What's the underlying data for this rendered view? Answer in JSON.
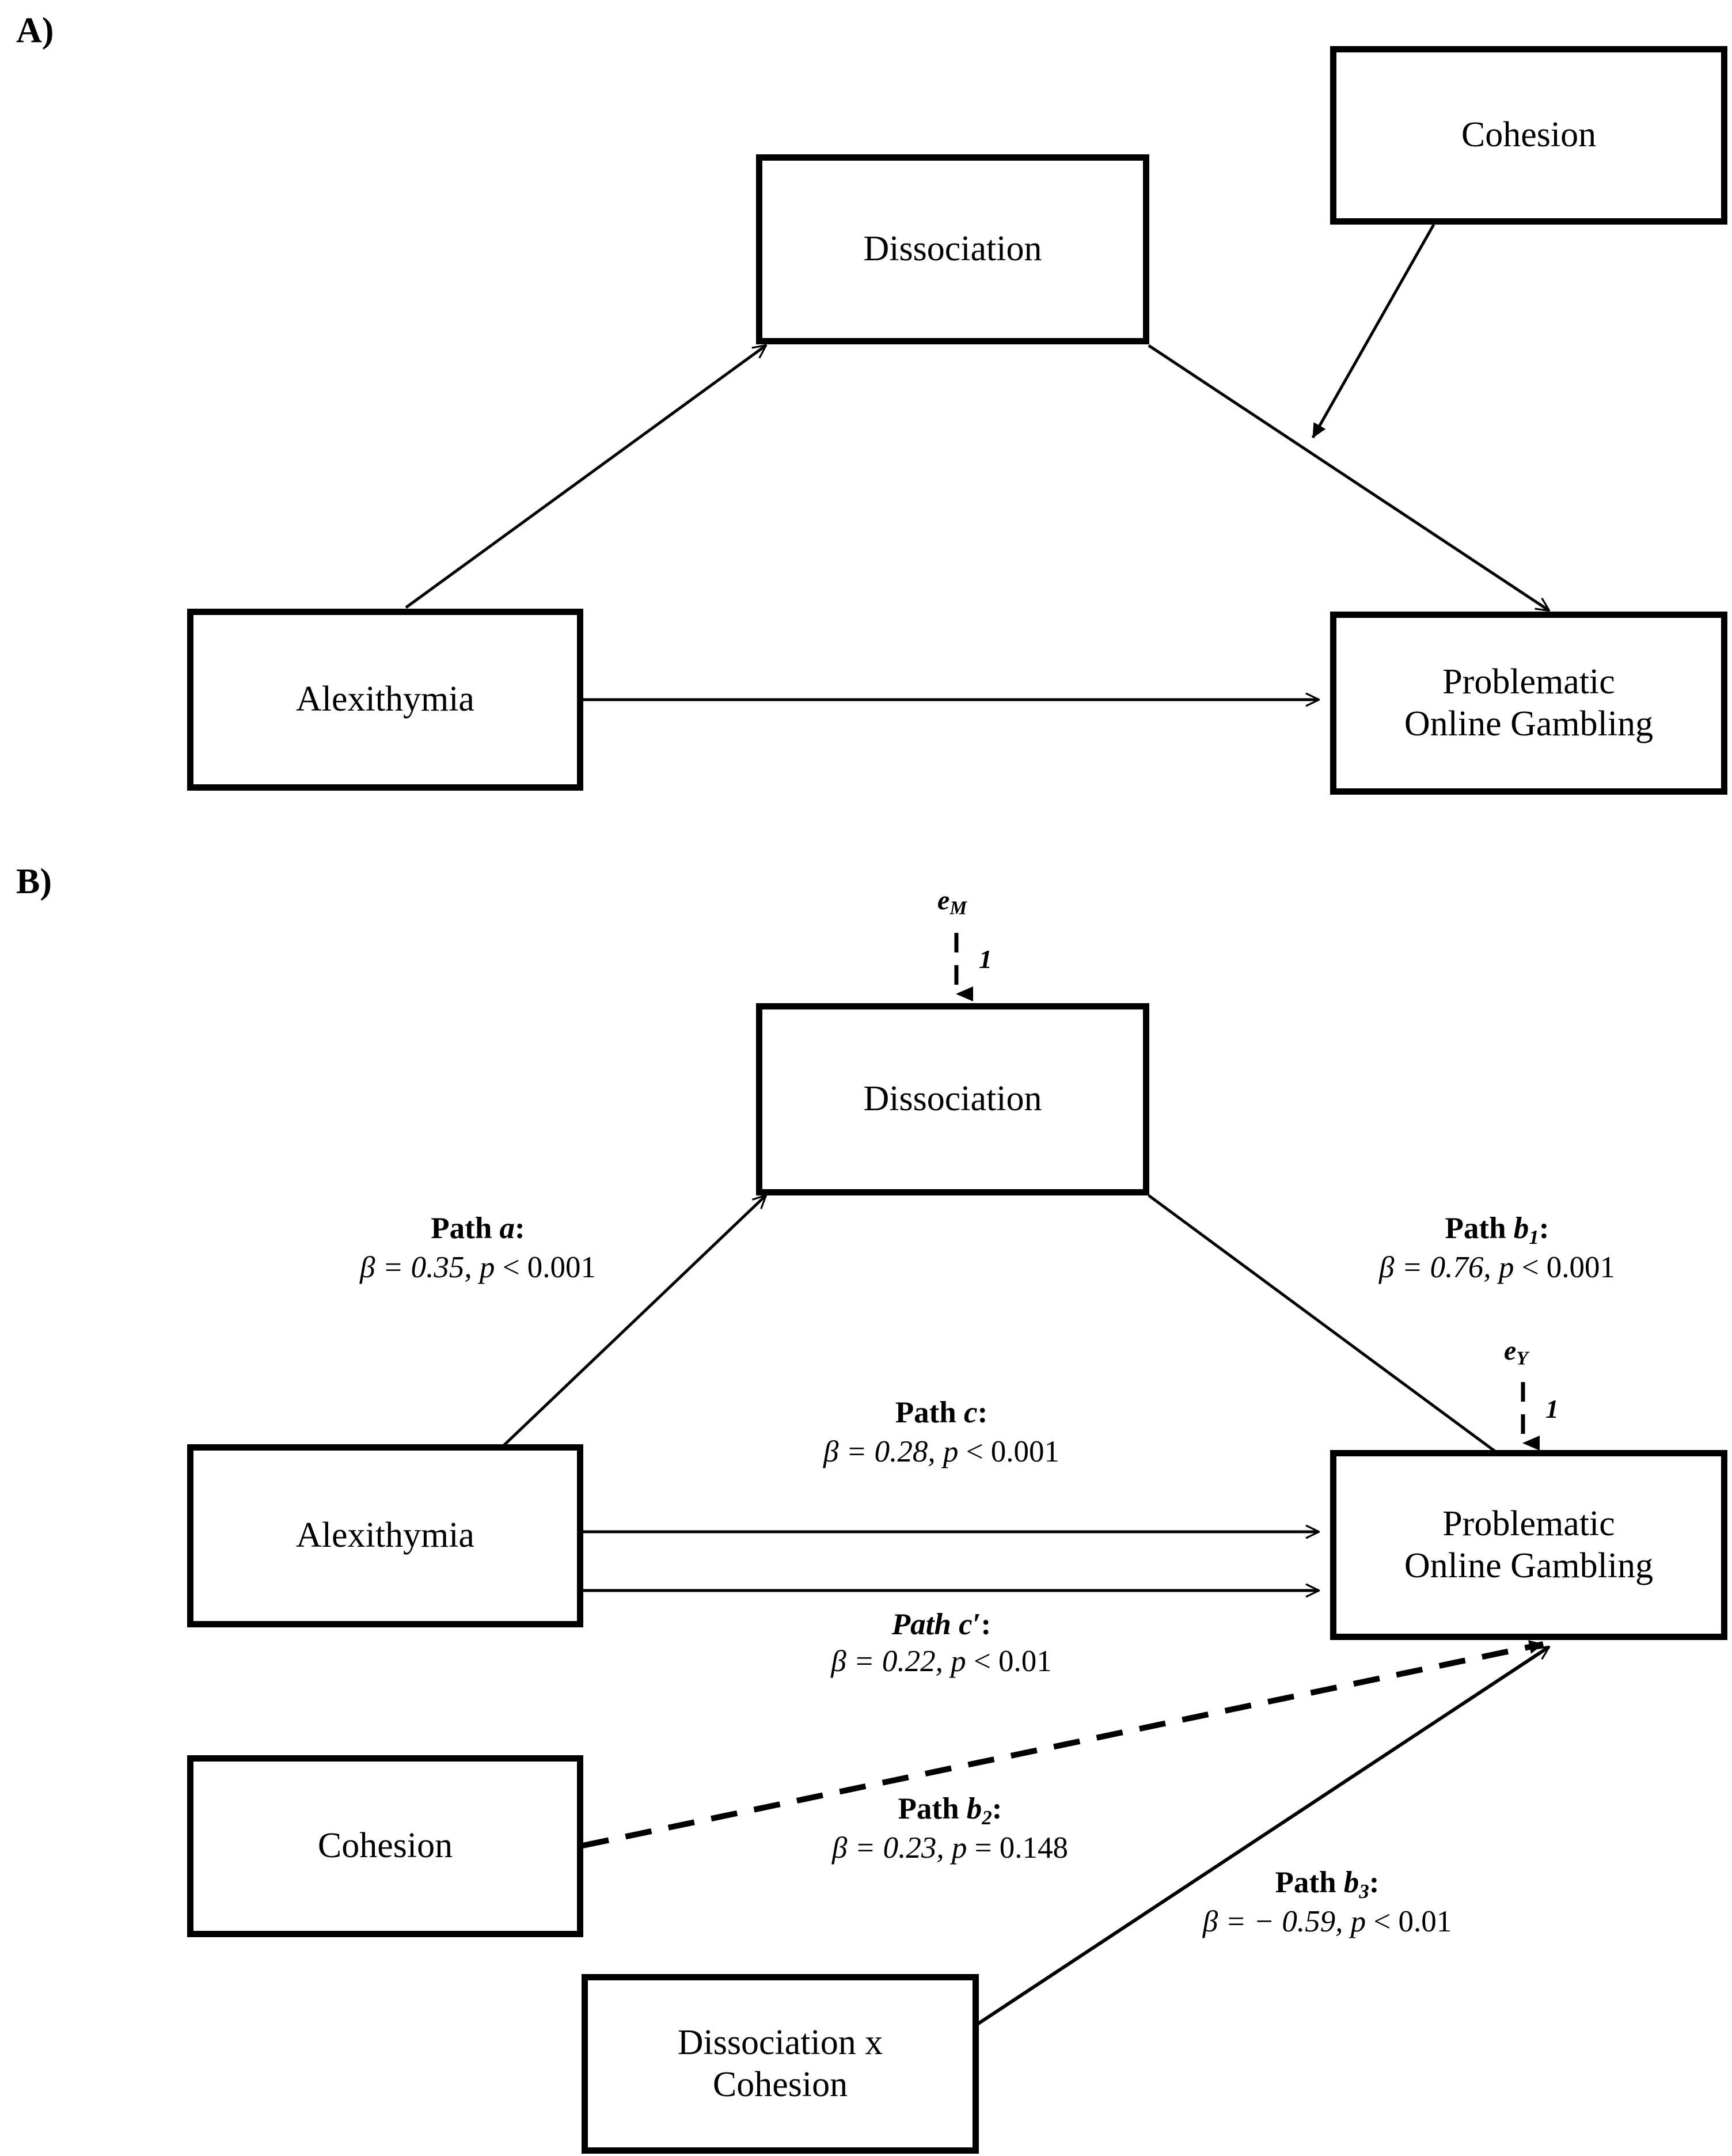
{
  "figure": {
    "type": "path-diagram",
    "panels": [
      {
        "id": "A",
        "label": "A)",
        "nodes": [
          {
            "id": "dissociation",
            "label": "Dissociation"
          },
          {
            "id": "cohesion",
            "label": "Cohesion"
          },
          {
            "id": "alexithymia",
            "label": "Alexithymia"
          },
          {
            "id": "pog",
            "label": "Problematic\nOnline Gambling"
          }
        ],
        "edges": [
          {
            "from": "alexithymia",
            "to": "dissociation",
            "style": "solid",
            "arrow": "single"
          },
          {
            "from": "dissociation",
            "to": "pog",
            "style": "solid",
            "arrow": "single"
          },
          {
            "from": "cohesion",
            "to": "dissociation-pog-path",
            "style": "solid",
            "arrow": "single"
          },
          {
            "from": "alexithymia",
            "to": "pog",
            "style": "solid",
            "arrow": "single"
          }
        ]
      },
      {
        "id": "B",
        "label": "B)",
        "nodes": [
          {
            "id": "dissociation",
            "label": "Dissociation"
          },
          {
            "id": "alexithymia",
            "label": "Alexithymia"
          },
          {
            "id": "cohesion",
            "label": "Cohesion"
          },
          {
            "id": "dissociation-x-cohesion",
            "label": "Dissociation x\nCohesion"
          },
          {
            "id": "pog",
            "label": "Problematic\nOnline Gambling"
          }
        ],
        "errors": [
          {
            "id": "e-m",
            "symbol": "e",
            "subscript": "M",
            "loading": "1",
            "target": "dissociation"
          },
          {
            "id": "e-y",
            "symbol": "e",
            "subscript": "Y",
            "loading": "1",
            "target": "pog"
          }
        ],
        "paths": [
          {
            "id": "path-a",
            "name": "Path",
            "symbol": "a",
            "subscript": "",
            "stat": "β = 0.35, p < 0.001",
            "beta": 0.35,
            "p": "< 0.001",
            "from": "alexithymia",
            "to": "dissociation",
            "style": "solid"
          },
          {
            "id": "path-b1",
            "name": "Path",
            "symbol": "b",
            "subscript": "1",
            "stat": "β = 0.76, p < 0.001",
            "beta": 0.76,
            "p": "< 0.001",
            "from": "dissociation",
            "to": "pog",
            "style": "solid"
          },
          {
            "id": "path-c",
            "name": "Path",
            "symbol": "c",
            "subscript": "",
            "stat": "β = 0.28, p < 0.001",
            "beta": 0.28,
            "p": "< 0.001",
            "from": "alexithymia",
            "to": "pog",
            "style": "solid"
          },
          {
            "id": "path-c-prime",
            "name": "Path",
            "symbol": "c′",
            "subscript": "",
            "stat": "β = 0.22, p < 0.01",
            "beta": 0.22,
            "p": "< 0.01",
            "from": "alexithymia",
            "to": "pog",
            "style": "solid"
          },
          {
            "id": "path-b2",
            "name": "Path",
            "symbol": "b",
            "subscript": "2",
            "stat": "β = 0.23, p = 0.148",
            "beta": 0.23,
            "p": "= 0.148",
            "from": "cohesion",
            "to": "pog",
            "style": "dashed"
          },
          {
            "id": "path-b3",
            "name": "Path",
            "symbol": "b",
            "subscript": "3",
            "stat": "β = − 0.59, p < 0.01",
            "beta": -0.59,
            "p": "< 0.01",
            "from": "dissociation-x-cohesion",
            "to": "pog",
            "style": "solid"
          }
        ],
        "path_label_parts": {
          "path-a": {
            "head": "Path ",
            "sym": "a",
            "sub": "",
            "colon": ":",
            "beta_pre": "β = 0.35, ",
            "p": "p",
            "p_post": " < 0.001"
          },
          "path-b1": {
            "head": "Path ",
            "sym": "b",
            "sub": "1",
            "colon": ":",
            "beta_pre": "β = 0.76, ",
            "p": "p",
            "p_post": " < 0.001"
          },
          "path-c": {
            "head": "Path ",
            "sym": "c",
            "sub": "",
            "colon": ":",
            "beta_pre": "β = 0.28, ",
            "p": "p",
            "p_post": " < 0.001"
          },
          "path-c-prime": {
            "head": "Path ",
            "sym": "c′",
            "sub": "",
            "colon": ":",
            "beta_pre": "β = 0.22, ",
            "p": "p",
            "p_post": " < 0.01"
          },
          "path-b2": {
            "head": "Path ",
            "sym": "b",
            "sub": "2",
            "colon": ":",
            "beta_pre": "β = 0.23, ",
            "p": "p",
            "p_post": " = 0.148"
          },
          "path-b3": {
            "head": "Path ",
            "sym": "b",
            "sub": "3",
            "colon": ":",
            "beta_pre": "β = − 0.59, ",
            "p": "p",
            "p_post": " < 0.01"
          }
        }
      }
    ],
    "colors": {
      "stroke": "#000000",
      "fill": "#ffffff",
      "background": "#ffffff"
    }
  },
  "nodes_text": {
    "dissociation": "Dissociation",
    "cohesion": "Cohesion",
    "alexithymia": "Alexithymia",
    "pog_line1": "Problematic",
    "pog_line2": "Online Gambling",
    "dxc_line1": "Dissociation x",
    "dxc_line2": "Cohesion"
  },
  "panelA": {
    "label": "A)"
  },
  "panelB": {
    "label": "B)"
  },
  "errors_text": {
    "em_sym": "e",
    "em_sub": "M",
    "em_one": "1",
    "ey_sym": "e",
    "ey_sub": "Y",
    "ey_one": "1"
  }
}
